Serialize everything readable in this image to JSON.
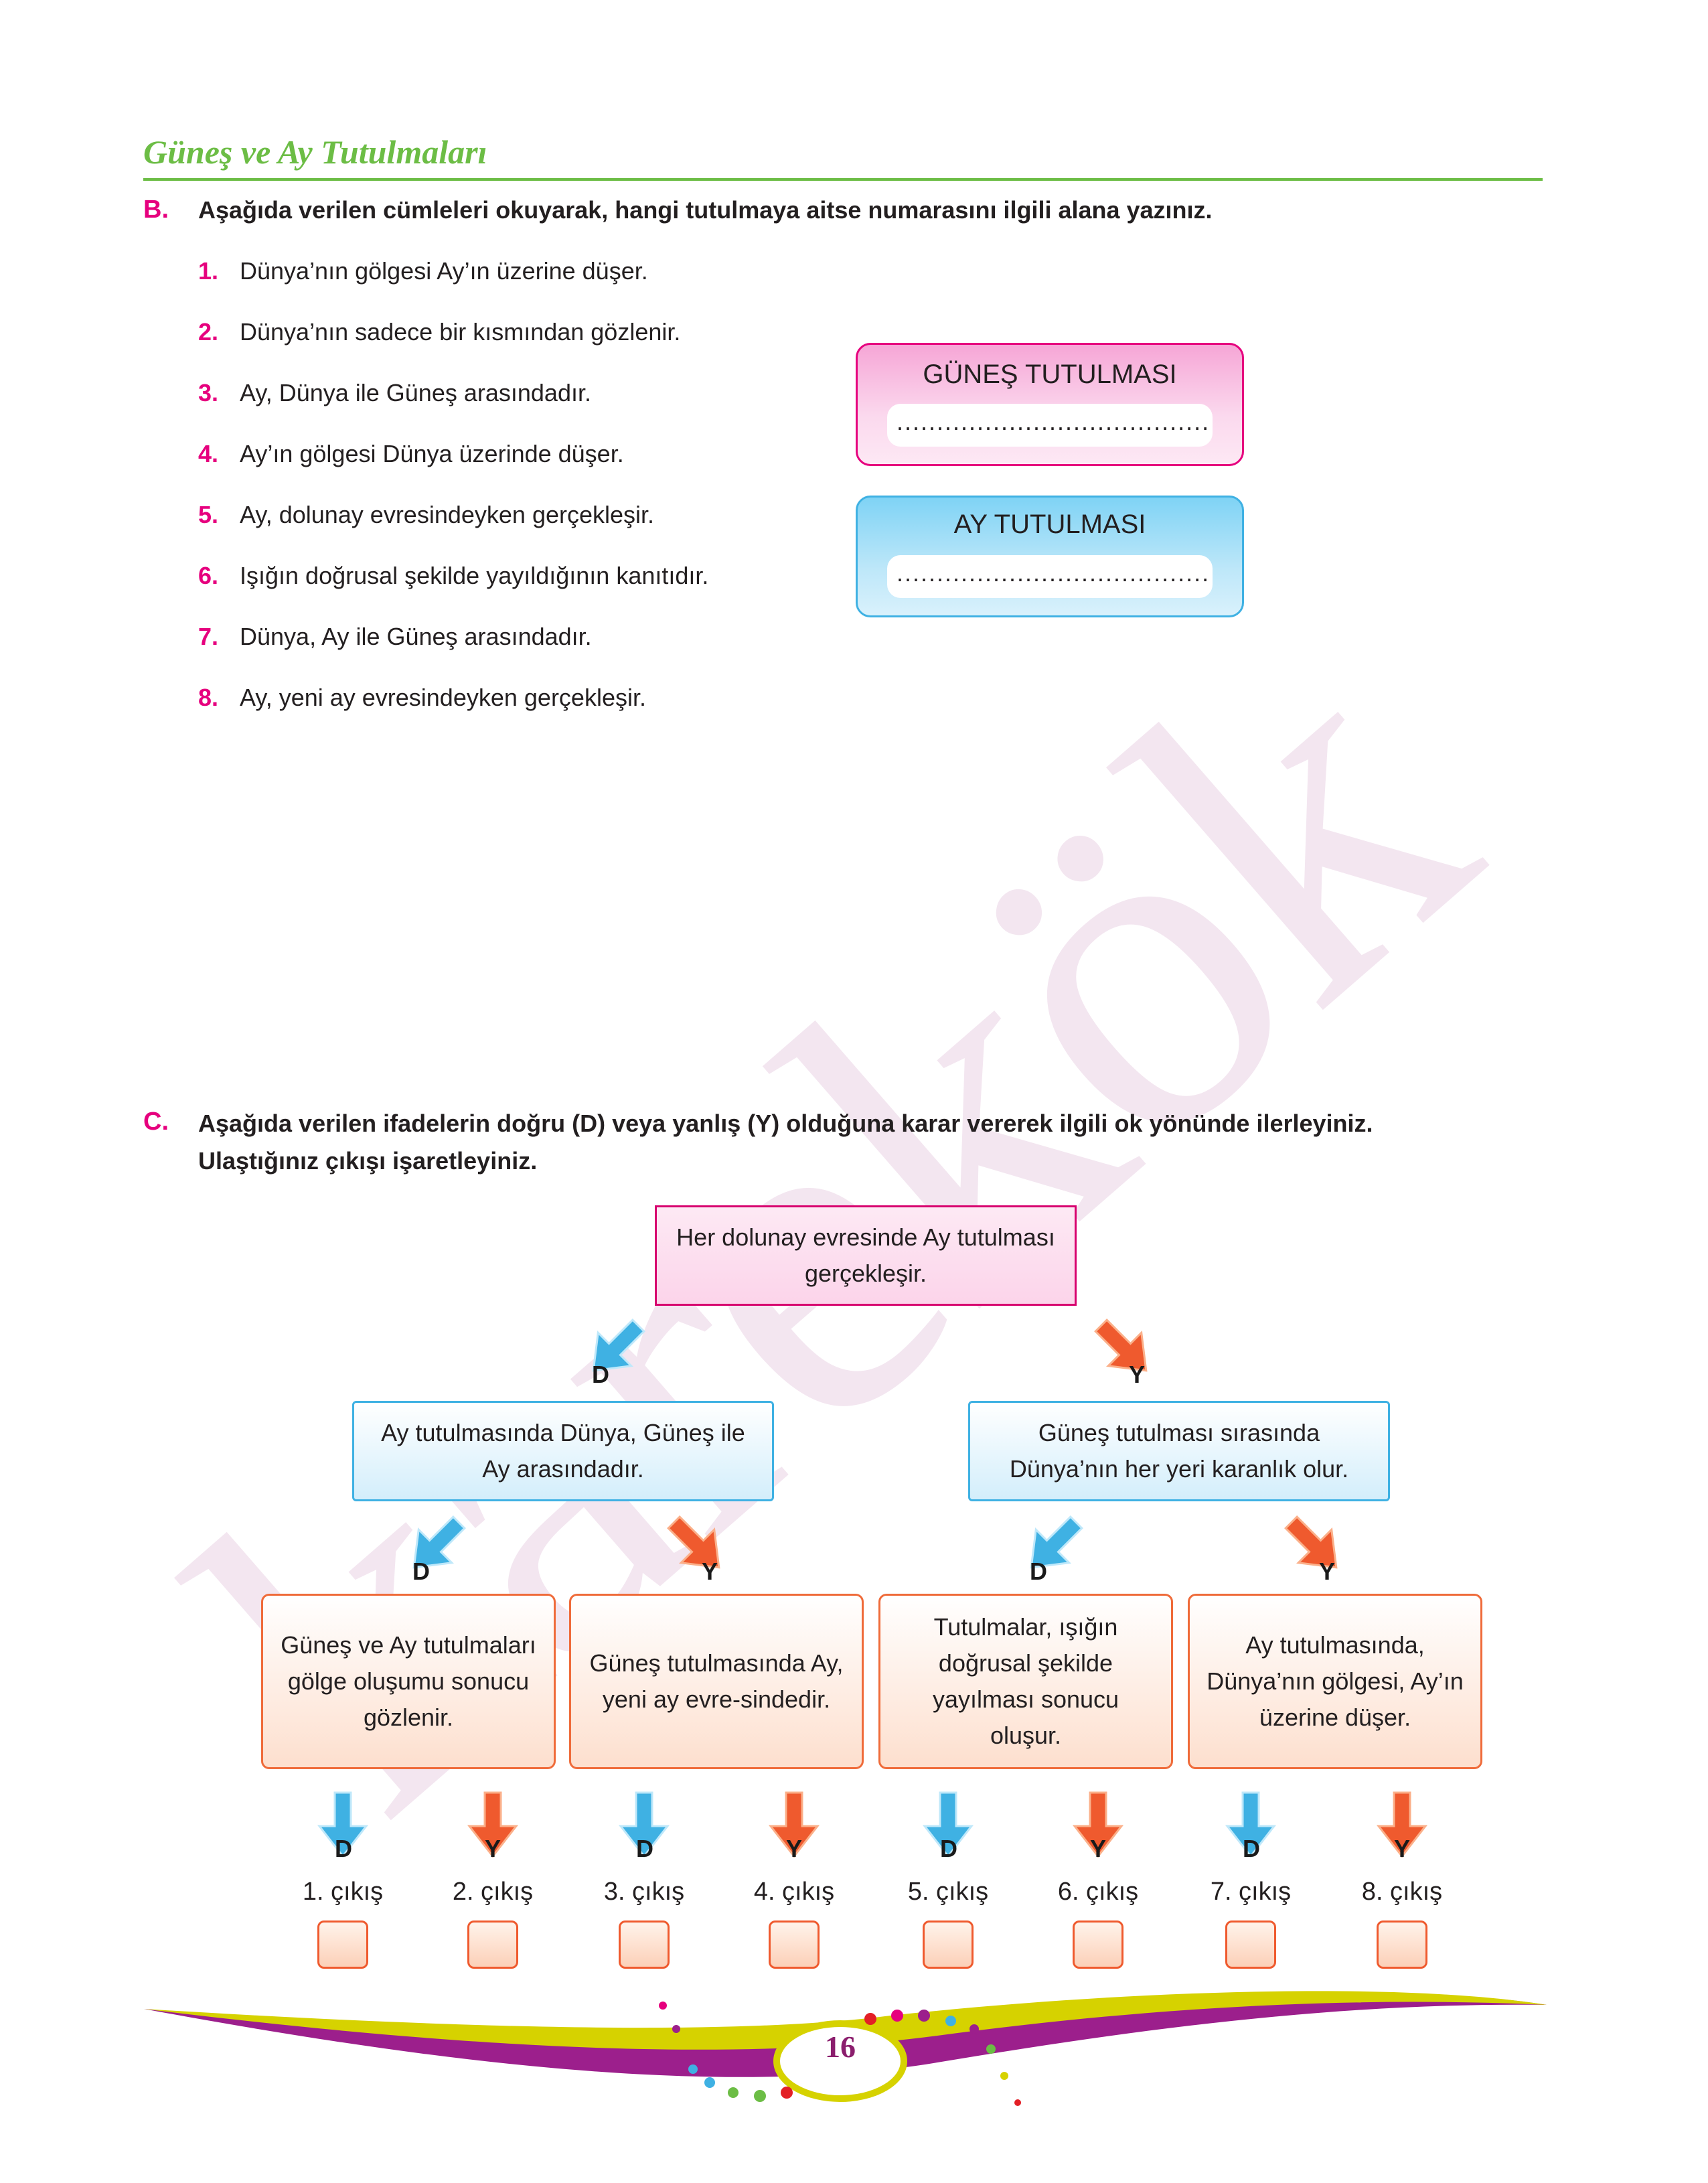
{
  "watermark": "karekök",
  "header": {
    "title": "Güneş ve Ay Tutulmaları"
  },
  "section_b": {
    "letter": "B.",
    "instruction": "Aşağıda verilen cümleleri okuyarak, hangi tutulmaya aitse numarasını ilgili alana yazınız.",
    "items": [
      {
        "num": "1.",
        "text": "Dünya’nın gölgesi Ay’ın üzerine düşer."
      },
      {
        "num": "2.",
        "text": "Dünya’nın sadece bir kısmından gözlenir."
      },
      {
        "num": "3.",
        "text": "Ay, Dünya ile Güneş arasındadır."
      },
      {
        "num": "4.",
        "text": "Ay’ın gölgesi Dünya üzerinde düşer."
      },
      {
        "num": "5.",
        "text": "Ay, dolunay evresindeyken gerçekleşir."
      },
      {
        "num": "6.",
        "text": "Işığın doğrusal şekilde yayıldığının kanıtıdır."
      },
      {
        "num": "7.",
        "text": "Dünya, Ay ile Güneş arasındadır."
      },
      {
        "num": "8.",
        "text": "Ay, yeni ay evresindeyken gerçekleşir."
      }
    ],
    "boxes": [
      {
        "title": "GÜNEŞ TUTULMASI",
        "blank": "......................................."
      },
      {
        "title": "AY TUTULMASI",
        "blank": "......................................."
      }
    ]
  },
  "section_c": {
    "letter": "C.",
    "instruction_line1": "Aşağıda verilen ifadelerin doğru (D) veya yanlış (Y) olduğuna karar vererek ilgili ok yönünde ilerleyiniz.",
    "instruction_line2": "Ulaştığınız çıkışı işaretleyiniz.",
    "root": "Her dolunay evresinde Ay tutulması gerçekleşir.",
    "level2": [
      "Ay tutulmasında Dünya, Güneş ile Ay arasındadır.",
      "Güneş tutulması sırasında Dünya’nın her yeri karanlık olur."
    ],
    "level3": [
      "Güneş ve Ay tutulmaları gölge oluşumu sonucu gözlenir.",
      "Güneş tutulmasında Ay, yeni ay evre-sindedir.",
      "Tutulmalar, ışığın doğrusal şekilde yayılması sonucu oluşur.",
      "Ay tutulmasında, Dünya’nın gölgesi, Ay’ın üzerine düşer."
    ],
    "true_label": "D",
    "false_label": "Y",
    "exits": [
      "1. çıkış",
      "2. çıkış",
      "3. çıkış",
      "4. çıkış",
      "5. çıkış",
      "6. çıkış",
      "7. çıkış",
      "8. çıkış"
    ]
  },
  "footer": {
    "page_number": "16"
  },
  "colors": {
    "accent_green": "#6cbd45",
    "accent_pink": "#e6007e",
    "true_blue": "#3fb1e3",
    "false_orange": "#ef5a2e",
    "footer_purple": "#9c1f8c",
    "footer_yellow": "#d6d200"
  }
}
